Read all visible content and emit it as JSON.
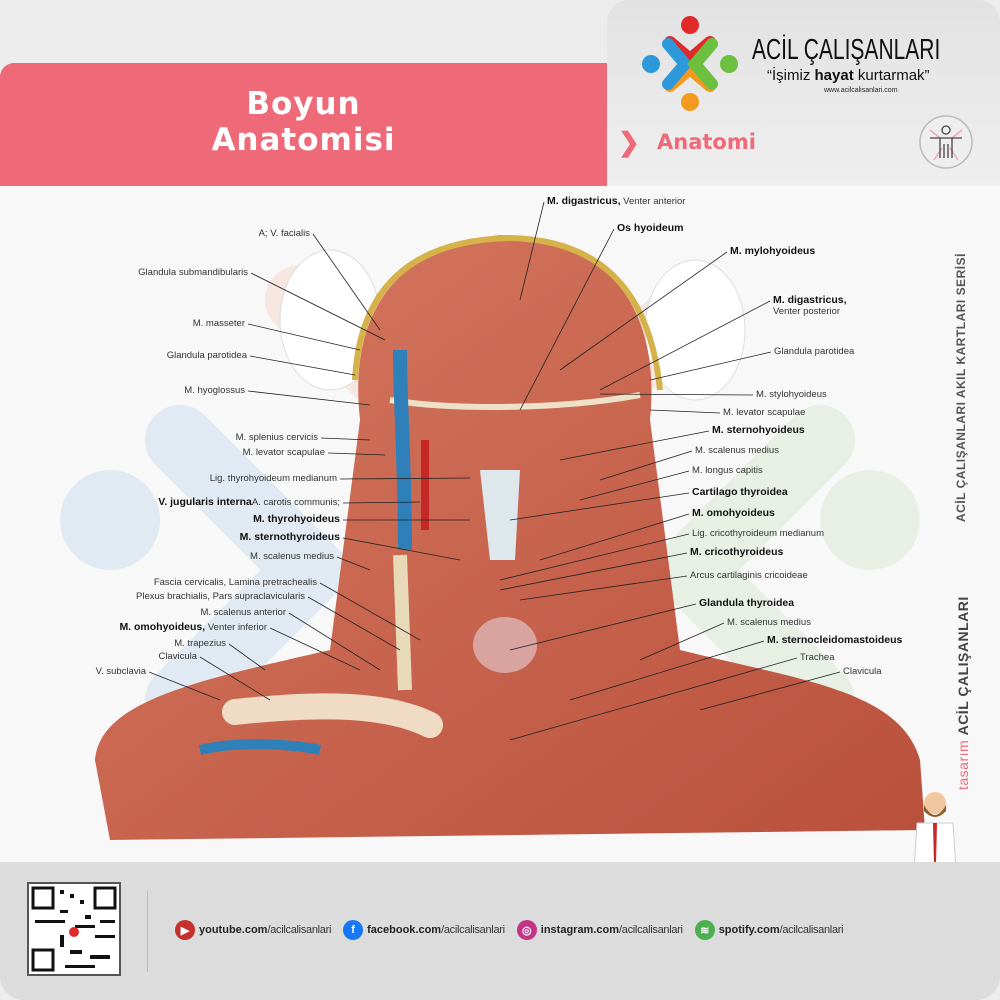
{
  "header": {
    "title_line1": "Boyun",
    "title_line2": "Anatomisi",
    "brand": "ACİL ÇALIŞANLARI",
    "slogan_pre": "“İşimiz ",
    "slogan_bold": "hayat",
    "slogan_post": " kurtarmak”",
    "url": "www.acilcalisanlari.com",
    "category": "Anatomi",
    "category_icon": "human-body-icon"
  },
  "side": {
    "series": "ACİL ÇALIŞANLARI AKIL KARTLARI SERİSİ",
    "design_label": "tasarım",
    "design_brand": "ACİL ÇALIŞANLARI"
  },
  "labels_left": [
    {
      "n": "A; V. facialis"
    },
    {
      "n": "Glandula submandibularis"
    },
    {
      "n": "M. masseter"
    },
    {
      "n": "Glandula parotidea"
    },
    {
      "n": "M. hyoglossus"
    },
    {
      "n": "M. splenius cervicis"
    },
    {
      "n": "M. levator scapulae"
    },
    {
      "n": "Lig. thyrohyoideum medianum"
    },
    {
      "n": "A. carotis communis; ",
      "b": "V. jugularis interna"
    },
    {
      "b": "M. thyrohyoideus"
    },
    {
      "b": "M. sternothyroideus"
    },
    {
      "n": "M. scalenus medius"
    },
    {
      "n": "Fascia cervicalis, Lamina pretrachealis"
    },
    {
      "n": "Plexus brachialis, Pars supraclavicularis"
    },
    {
      "n": "M. scalenus anterior"
    },
    {
      "b": "M. omohyoideus,",
      "n": " Venter inferior"
    },
    {
      "n": "M. trapezius"
    },
    {
      "n": "Clavicula"
    },
    {
      "n": "V. subclavia"
    }
  ],
  "labels_right": [
    {
      "b": "M. digastricus,",
      "n": " Venter anterior"
    },
    {
      "b": "Os hyoideum"
    },
    {
      "b": "M. mylohyoideus"
    },
    {
      "b": "M. digastricus,",
      "n2": "Venter posterior"
    },
    {
      "n": "Glandula parotidea"
    },
    {
      "n": "M. stylohyoideus"
    },
    {
      "n": "M. levator scapulae"
    },
    {
      "b": "M. sternohyoideus"
    },
    {
      "n": "M. scalenus medius"
    },
    {
      "n": "M. longus capitis"
    },
    {
      "b": "Cartilago thyroidea"
    },
    {
      "b": "M. omohyoideus"
    },
    {
      "n": "Lig. cricothyroideum medianum"
    },
    {
      "b": "M. cricothyroideus"
    },
    {
      "n": "Arcus cartilaginis cricoideae"
    },
    {
      "b": "Glandula thyroidea"
    },
    {
      "n": "M. scalenus medius"
    },
    {
      "b": "M. sternocleidomastoideus"
    },
    {
      "n": "Trachea"
    },
    {
      "n": "Clavicula"
    }
  ],
  "footer": {
    "social": [
      {
        "icon": "youtube-icon",
        "domain": "youtube.com",
        "handle": "/acilcalisanlari",
        "color": "#c4302b"
      },
      {
        "icon": "facebook-icon",
        "domain": "facebook.com",
        "handle": "/acilcalisanlari",
        "color": "#1877f2"
      },
      {
        "icon": "instagram-icon",
        "domain": "instagram.com",
        "handle": "/acilcalisanlari",
        "color": "#c13584"
      },
      {
        "icon": "spotify-icon",
        "domain": "spotify.com",
        "handle": "/acilcalisanlari",
        "color": "#4caf50"
      }
    ]
  },
  "colors": {
    "accent": "#ee6a79",
    "muscle": "#c8604a",
    "vein": "#2f7fb8",
    "artery": "#c62828"
  }
}
